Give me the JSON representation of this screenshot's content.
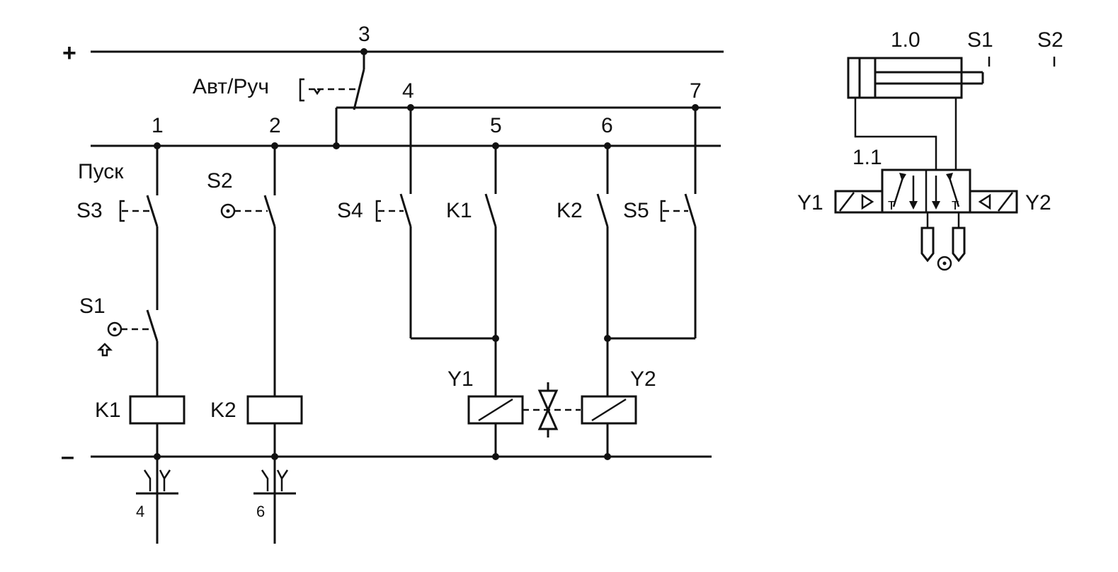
{
  "rails": {
    "plus": "+",
    "minus": "–"
  },
  "nodes": [
    "1",
    "2",
    "3",
    "4",
    "5",
    "6",
    "7"
  ],
  "selector_label": "Авт/Руч",
  "start_label": "Пуск",
  "switches": {
    "s1": "S1",
    "s2": "S2",
    "s3": "S3",
    "s4": "S4",
    "s5": "S5"
  },
  "relay_contacts": {
    "k1": "K1",
    "k2": "K2"
  },
  "relays": {
    "k1": "K1",
    "k2": "K2"
  },
  "solenoids": {
    "y1": "Y1",
    "y2": "Y2"
  },
  "contact_refs": {
    "k1": "4",
    "k2": "6"
  },
  "pneumatic": {
    "cylinder": "1.0",
    "valve": "1.1",
    "sensor_1": "S1",
    "sensor_2": "S2",
    "solenoid_left": "Y1",
    "solenoid_right": "Y2"
  }
}
